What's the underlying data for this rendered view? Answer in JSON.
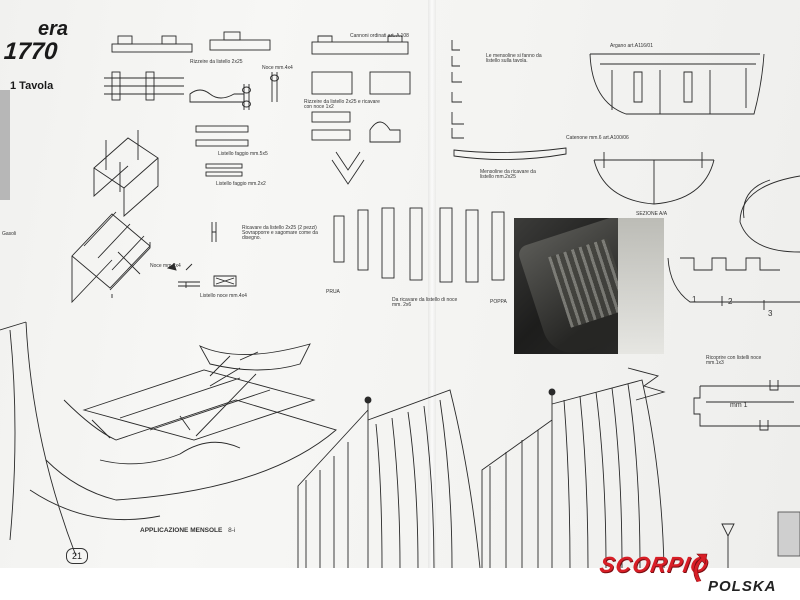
{
  "sheet": {
    "title_fragment": "era",
    "year": "1770",
    "plate": "1 Tavola",
    "page_number": "21"
  },
  "labels": {
    "cannoni": "Cannoni ordinati art. A 108",
    "rizzeire_top": "Rizzeire da listello 2x25",
    "rizzeire_mid": "Rizzeire da listello 2x25 e ricavare con noce 1x2",
    "noce_4x4": "Noce mm.4x4",
    "listello_faggio_5x5": "Listello faggio mm.5x5",
    "listello_faggio_2x2": "Listello faggio mm.2x2",
    "ricavare_2x25": "Ricavare da listello 2x25 (2 pezzi) Sovrapporre e sagomare come da disegno.",
    "noce_2x4": "Noce mm.2x4",
    "listello_noce_4x4": "Listello noce mm.4x4",
    "mensoline_note": "Le mensoline si fanno da listello sulla tavola.",
    "mensoline_ricavare": "Mensoline da ricavare da listello mm.2x25",
    "prua": "PRUA",
    "poppa": "POPPA",
    "da_ricavare": "Da ricavare da listello di noce mm. 2x6",
    "argano": "Argano art.A116/01",
    "catenone": "Catenone mm.6 art.A100/06",
    "sezione": "SEZIONE A/A",
    "ricoprire": "Ricoprire con listelli noce mm.1x3",
    "mm1": "mm 1",
    "applicazione": "APPLICAZIONE MENSOLE",
    "applicazione_ref": "8-i",
    "num1": "1",
    "num2": "2",
    "num3": "3",
    "side_note": "Gasoli"
  },
  "brand": {
    "name": "SCORPIO",
    "country": "POLSKA",
    "color_primary": "#d81e26",
    "color_secondary": "#222222"
  }
}
